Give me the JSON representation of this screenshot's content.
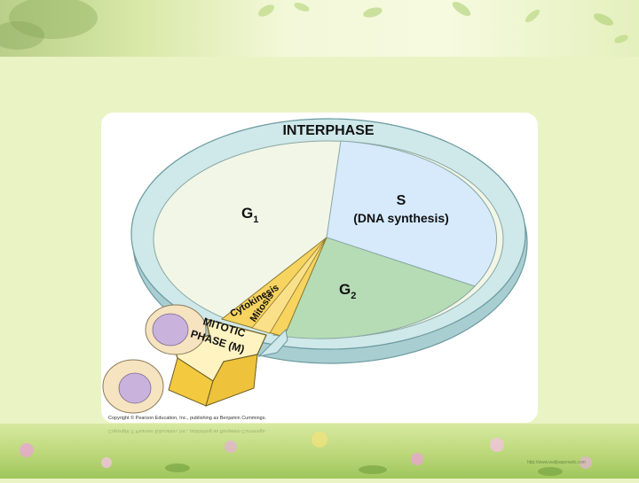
{
  "diagram": {
    "ring_label": "INTERPHASE",
    "g1": {
      "main": "G",
      "sub": "1"
    },
    "s_label": "S",
    "s_detail": "(DNA synthesis)",
    "g2": {
      "main": "G",
      "sub": "2"
    },
    "cytokinesis": "Cytokinesis",
    "mitosis": "Mitosis",
    "mitotic_line1": "MITOTIC",
    "mitotic_line2": "PHASE (M)"
  },
  "copyright": "Copyright © Pearson Education, Inc., publishing as Benjamin Cummings.",
  "copyright_reflection": "Copyright © Pearson Education, Inc., publishing as Benjamin Cummings.",
  "watermark": "http://www.wallpaperweb.com",
  "colors": {
    "g1": "#f1f6e7",
    "s": "#d6eafc",
    "g2": "#b6dcb5",
    "ring": "#cfe8ea",
    "mitotic": "#f7d35f",
    "arrow": "#fff3c2",
    "cell": "#f6e3bf",
    "nucleus": "#c9b2dc"
  }
}
